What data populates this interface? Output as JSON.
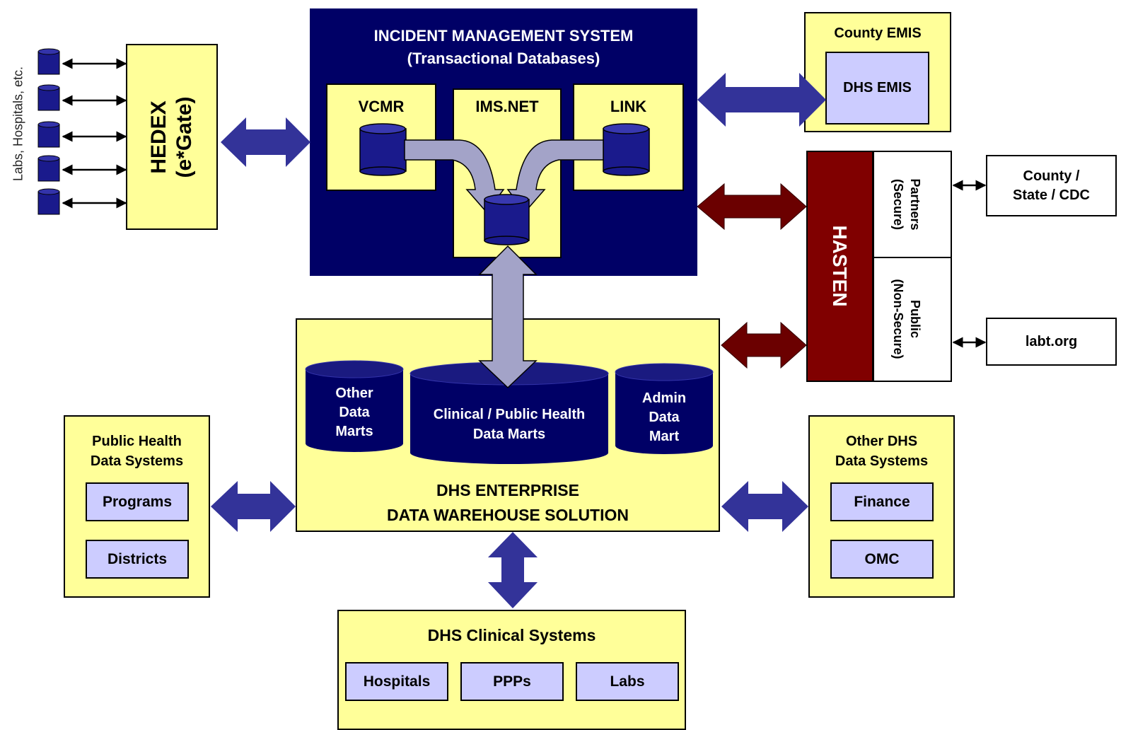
{
  "sources_label": "Labs, Hospitals, etc.",
  "hedex": {
    "line1": "HEDEX",
    "line2": "(e*Gate)"
  },
  "ims": {
    "title": "INCIDENT MANAGEMENT SYSTEM",
    "subtitle": "(Transactional Databases)",
    "vcmr": "VCMR",
    "imsnet": "IMS.NET",
    "link": "LINK"
  },
  "county_emis": {
    "title": "County EMIS",
    "dhs_emis": "DHS EMIS"
  },
  "hasten": {
    "label": "HASTEN",
    "partners": [
      "Partners",
      "(Secure)"
    ],
    "public": [
      "Public",
      "(Non-Secure)"
    ]
  },
  "county_state_cdc": [
    "County /",
    "State / CDC"
  ],
  "labt": "labt.org",
  "warehouse": {
    "other_marts": [
      "Other",
      "Data",
      "Marts"
    ],
    "clinical_marts": [
      "Clinical / Public Health",
      "Data Marts"
    ],
    "admin_mart": [
      "Admin",
      "Data",
      "Mart"
    ],
    "title1": "DHS ENTERPRISE",
    "title2": "DATA WAREHOUSE SOLUTION"
  },
  "public_health": {
    "title": [
      "Public Health",
      "Data Systems"
    ],
    "items": [
      "Programs",
      "Districts"
    ]
  },
  "other_dhs": {
    "title": [
      "Other DHS",
      "Data Systems"
    ],
    "items": [
      "Finance",
      "OMC"
    ]
  },
  "clinical": {
    "title": "DHS Clinical Systems",
    "items": [
      "Hospitals",
      "PPPs",
      "Labs"
    ]
  },
  "colors": {
    "yellow": "#ffff99",
    "navy": "#000066",
    "lavender": "#ccccff",
    "arrow_blue": "#333399",
    "arrow_gray": "#a3a3c8",
    "arrow_maroon": "#6b0000",
    "hasten": "#800000"
  }
}
